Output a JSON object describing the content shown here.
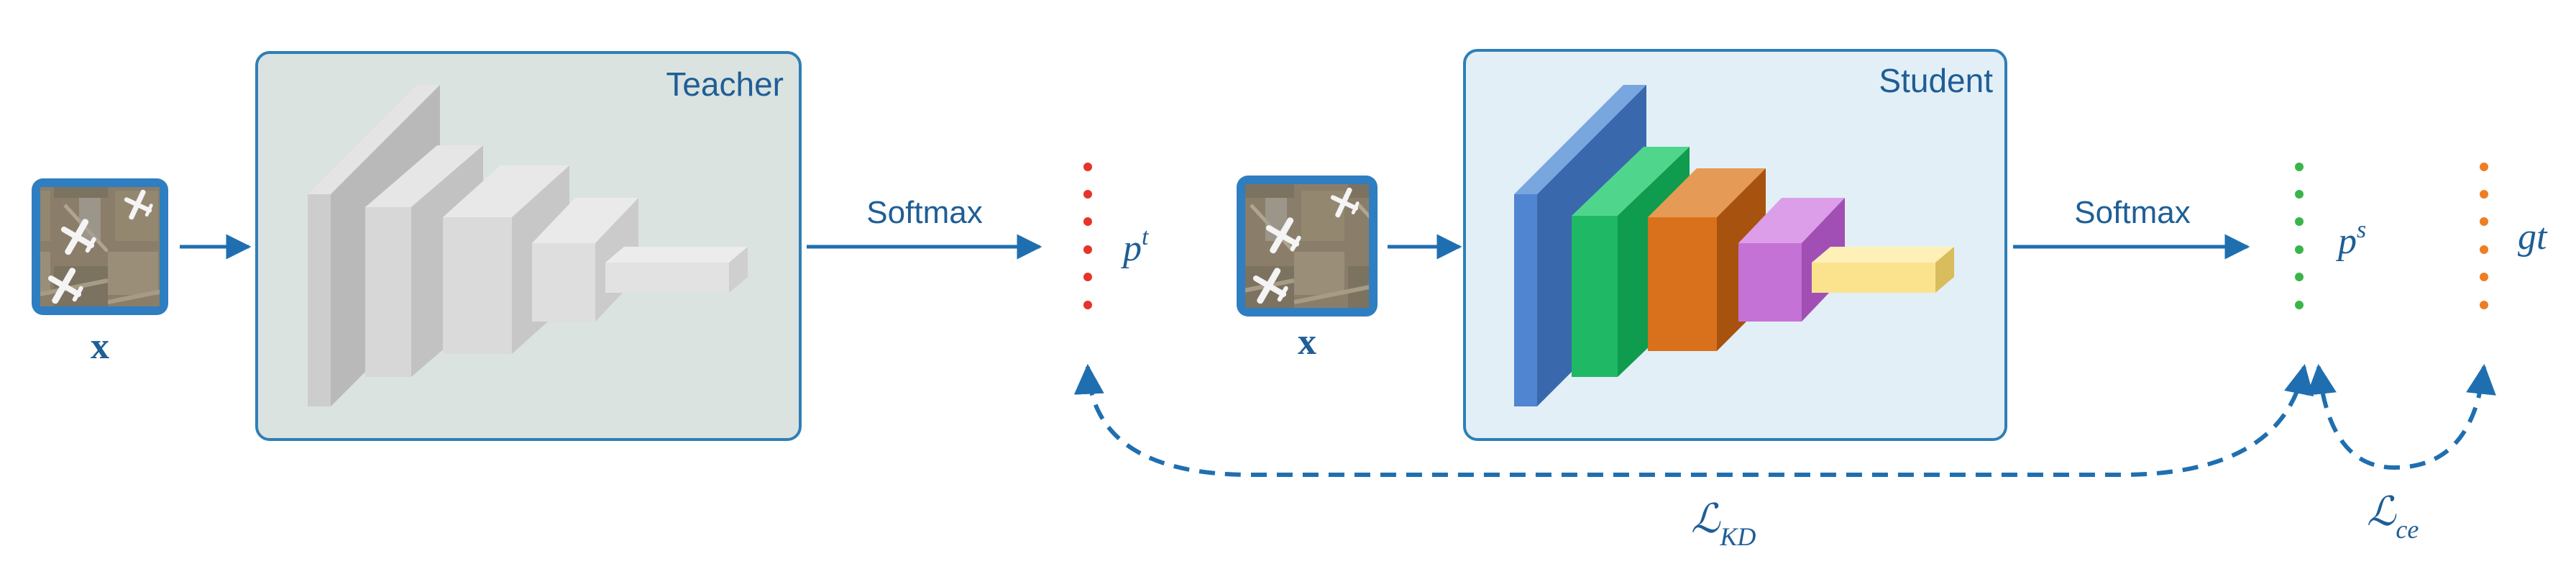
{
  "teacher": {
    "title": "Teacher",
    "bg": "#dbe3e0",
    "border": "#2f7fb6"
  },
  "student": {
    "title": "Student",
    "bg": "#e3eff7",
    "border": "#2f7fb6"
  },
  "input": {
    "label": "x"
  },
  "softmax": {
    "teacher_label": "Softmax",
    "student_label": "Softmax"
  },
  "outputs": {
    "teacher_prob": {
      "base": "p",
      "sup": "t",
      "color": "#e5342a"
    },
    "student_prob": {
      "base": "p",
      "sup": "s",
      "color": "#39b54a"
    },
    "ground_truth": {
      "label": "gt",
      "color": "#ef7d22"
    }
  },
  "losses": {
    "kd": {
      "script": "ℒ",
      "sub": "KD"
    },
    "ce": {
      "script": "ℒ",
      "sub": "ce"
    }
  },
  "colors": {
    "arrow": "#1f6fb0",
    "text": "#1f5e96",
    "student_layers": [
      "#4a7ec9",
      "#1fb864",
      "#d9711c",
      "#c572d6",
      "#fbe38e"
    ],
    "teacher_layers": [
      "#c9c9c9",
      "#d3d3d3",
      "#d9d9d9",
      "#dcdcdc",
      "#e0e0e0"
    ]
  },
  "icons": {
    "input_image": "aerial-airplanes-image-icon"
  }
}
